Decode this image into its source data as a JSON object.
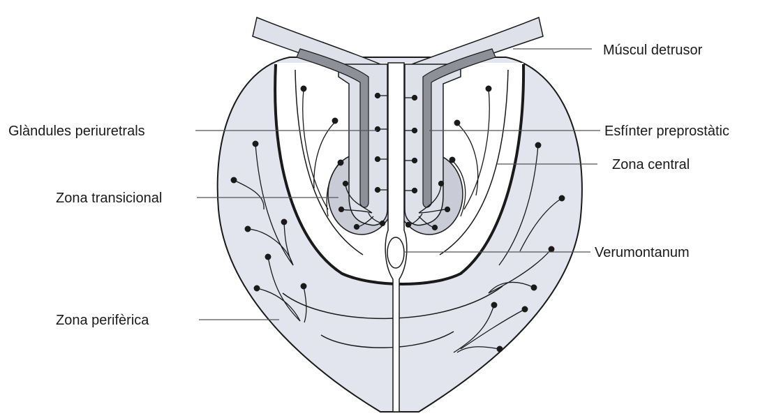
{
  "labels": {
    "musculo_detrusor": "Múscul detrusor",
    "glandules_periuretrals": "Glàndules periuretrals",
    "esfinter_preprostatic": "Esfínter preprostàtic",
    "zona_central": "Zona central",
    "zona_transicional": "Zona transicional",
    "verumontanum": "Verumontanum",
    "zona_periferica": "Zona perifèrica"
  },
  "colors": {
    "outline": "#1a1a1a",
    "peripheral_fill": "#e3e5ee",
    "central_fill": "#ffffff",
    "transition_fill": "#c9cbd7",
    "sphincter_fill": "#8d8f99",
    "urethra_wall_fill": "#dfe1ea",
    "leader_line": "#555555"
  }
}
